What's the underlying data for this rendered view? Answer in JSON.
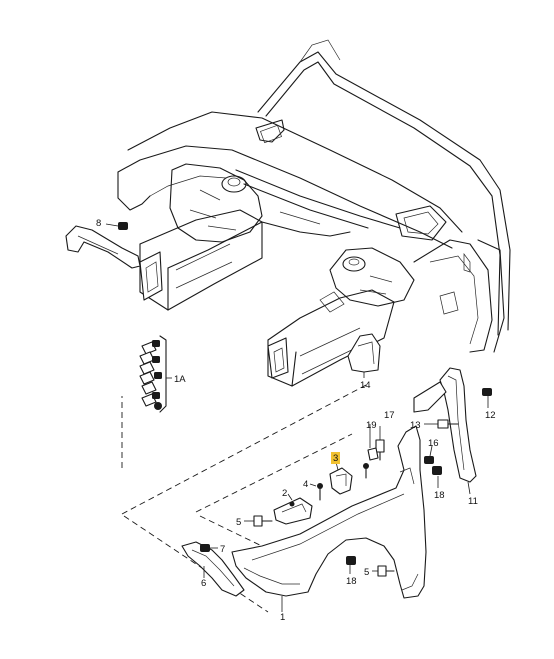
{
  "highlight_color": "#f2c230",
  "callouts": [
    {
      "id": "1",
      "text": "1"
    },
    {
      "id": "1A",
      "text": "1A"
    },
    {
      "id": "2",
      "text": "2"
    },
    {
      "id": "3",
      "text": "3"
    },
    {
      "id": "4",
      "text": "4"
    },
    {
      "id": "5a",
      "text": "5"
    },
    {
      "id": "5b",
      "text": "5"
    },
    {
      "id": "6",
      "text": "6"
    },
    {
      "id": "7",
      "text": "7"
    },
    {
      "id": "8",
      "text": "8"
    },
    {
      "id": "11",
      "text": "11"
    },
    {
      "id": "12",
      "text": "12"
    },
    {
      "id": "13",
      "text": "13"
    },
    {
      "id": "14",
      "text": "14"
    },
    {
      "id": "16",
      "text": "16"
    },
    {
      "id": "17",
      "text": "17"
    },
    {
      "id": "18a",
      "text": "18"
    },
    {
      "id": "18b",
      "text": "18"
    },
    {
      "id": "19",
      "text": "19"
    }
  ]
}
